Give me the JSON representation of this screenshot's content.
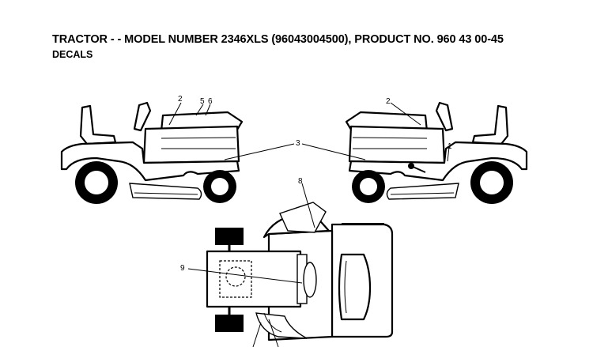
{
  "header": {
    "title": "TRACTOR - - MODEL NUMBER 2346XLS (96043004500), PRODUCT NO. 960 43 00-45",
    "subtitle": "DECALS"
  },
  "callouts": {
    "left_2": "2",
    "left_5": "5",
    "left_6": "6",
    "center_3": "3",
    "right_2": "2",
    "right_1": "1",
    "top_8": "8",
    "top_9": "9"
  }
}
